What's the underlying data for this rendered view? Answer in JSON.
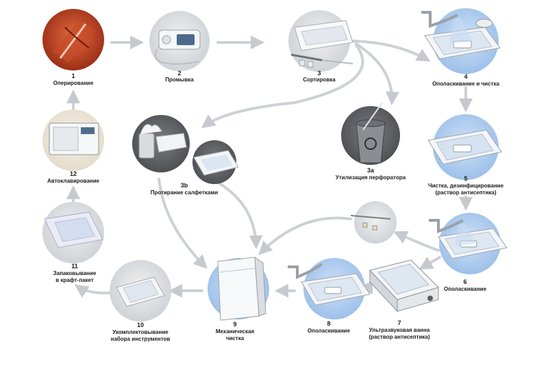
{
  "steps": [
    {
      "id": "1",
      "label": "Оперирование"
    },
    {
      "id": "2",
      "label": "Промывка"
    },
    {
      "id": "3",
      "label": "Сортировка"
    },
    {
      "id": "3a",
      "label": "Утилизация перфоратора"
    },
    {
      "id": "3b",
      "label": "Протирание салфетками"
    },
    {
      "id": "4",
      "label": "Ополаскивание и чистка"
    },
    {
      "id": "5",
      "label": "Чистка, дезинфицирование",
      "sublabel": "(раствор антисептика)"
    },
    {
      "id": "6",
      "label": "Ополаскивание"
    },
    {
      "id": "7",
      "label": "Ультразвуковая ванна",
      "sublabel": "(раствор антисептика)"
    },
    {
      "id": "8",
      "label": "Ополаскивание"
    },
    {
      "id": "9",
      "label": "Механическая",
      "sublabel": "чистка"
    },
    {
      "id": "10",
      "label": "Укомплектовывание",
      "sublabel": "набора инструментов"
    },
    {
      "id": "11",
      "label": "Запаковывание",
      "sublabel": "в крафт-пакет"
    },
    {
      "id": "12",
      "label": "Автоклавирование"
    }
  ],
  "numbers": {
    "s1": "1",
    "s2": "2",
    "s3": "3",
    "s3a": "3a",
    "s3b": "3b",
    "s4": "4",
    "s5": "5",
    "s6": "6",
    "s7": "7",
    "s8": "8",
    "s9": "9",
    "s10": "10",
    "s11": "11",
    "s12": "12"
  },
  "colors": {
    "arrow": "#c9ccd1",
    "circle_blue": "#a9c8ec",
    "circle_grey": "#d7d9dc",
    "circle_dark": "#5e6063",
    "circle_beige": "#ece5d6"
  }
}
